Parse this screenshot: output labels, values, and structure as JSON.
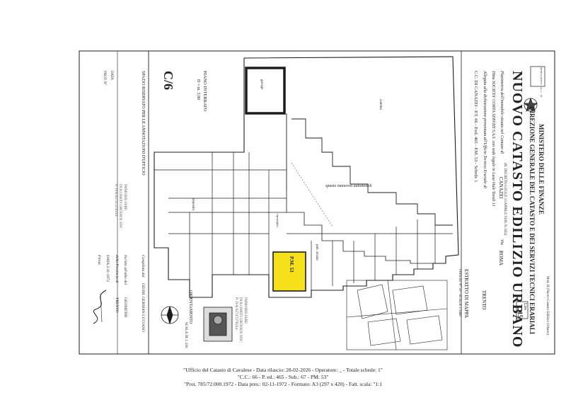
{
  "header": {
    "ministry": "MINISTERO DELLE FINANZE",
    "direction": "DIREZIONE GENERALE DEL CATASTO E DEI SERVIZI TECNICI ERARIALI",
    "catasto": "NUOVO CATASTO EDILIZIO URBANO",
    "law_note": "(R. DECRETO-LEGGE 13 APRILE 1939, N. 652)",
    "model_note": "Mod. B (Nuovo Catasto Edilizio Urbano)",
    "lire": "Lire",
    "lire_value": "15",
    "model_box": "MODULARIO F. - rig. e. - 95"
  },
  "form": {
    "plan_label": "Planimetria dell'immobile situato nel Comune di",
    "comune": "CANAZEI",
    "via_label": "Via",
    "via": "ROMA",
    "ditta_label": "Ditta",
    "ditta": "SOCIETA' CORTA SERVIZI S.A.S. con sede legale in Lasa Viale Torali 11",
    "allegata_label": "Allegata alla dichiarazione presentata all'Ufficio Tecnico Erariale di",
    "ufficio": "TRENTO",
    "cc_line": "C.C. DI CANAZEI - P.T. 66 - P.ed. 465 - P.M. 53 - Schede 1"
  },
  "plan": {
    "scale_extract": "ESTRATTO DI MAPPA",
    "scale_extract_note": "FOGLIO N° 20 - SCALA 1:1440",
    "piano": "PIANO INTERRATO",
    "height": "H = m. 3,80",
    "rampa": "spazio manovra automobili",
    "highlight_label": "P.M. 53",
    "garage_label": "garage",
    "pub_strada": "pub. strada",
    "cantina": "cantina",
    "deposito": "deposito",
    "ripost": "ripostiglio",
    "orientamento": "ORIENTAMENTO",
    "scala": "SCALA DI 1: 200",
    "c6": "C/6"
  },
  "stamp": {
    "line1": "IMMOBILIARE",
    "line2": "DOLOMITI GRÖDEN SNC",
    "line3": "P. IVA 02747270214"
  },
  "side": {
    "spazio": "SPAZIO RISERVATO PER LE ANNOTAZIONI D'UFFICIO",
    "data_label": "DATA",
    "prot_label": "PROT. N°",
    "compilata": "Compilata dal",
    "compilata_name": "GEOM. GERMAN LUCIANO",
    "iscritto": "Iscritto all'albo dei",
    "iscritto_val": "GEOMETRI",
    "provincia": "della Provincia di",
    "provincia_val": "TRENTO",
    "data_val": "DATA 2-11-1972",
    "firma": "Firma"
  },
  "footer": {
    "line1": "\"Ufficio del Catasto di Cavalese - Data rilascio: 28-02-2026 - Operatore: _ - Totale schede: 1\"",
    "line2": "\"C.C.: 66 - P. ed.: 465 - Sub.: 67 - PM: 53\"",
    "line3": "\"Prot. 785/72.000.1972 - Data pres.: 02-11-1972 - Formato: A3 (297 x 420) - Fatt. scala: \"1:1"
  },
  "colors": {
    "ink": "#1c1c1c",
    "highlight": "#f5e01a",
    "paper": "#ffffff"
  }
}
